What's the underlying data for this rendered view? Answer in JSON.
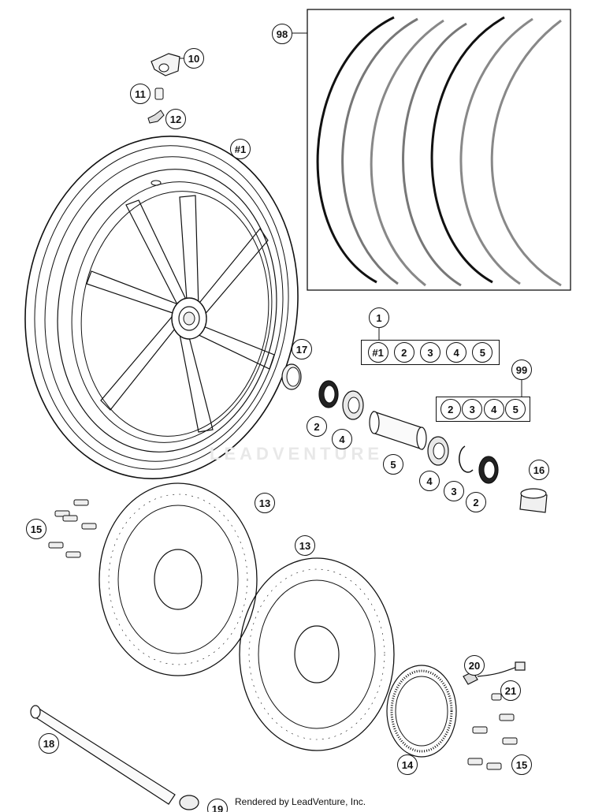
{
  "watermark": "LEADVENTURE",
  "footer": "Rendered by LeadVenture, Inc.",
  "callouts": {
    "c98": "98",
    "c10": "10",
    "c11": "11",
    "c12": "12",
    "c_wheel": "#1",
    "c1": "1",
    "c99": "99",
    "c17": "17",
    "c2a": "2",
    "c4a": "4",
    "c5": "5",
    "c4b": "4",
    "c3": "3",
    "c2b": "2",
    "c16": "16",
    "c13a": "13",
    "c13b": "13",
    "c15a": "15",
    "c18": "18",
    "c19": "19",
    "c14": "14",
    "c20": "20",
    "c21": "21",
    "c15b": "15"
  },
  "kit1": [
    "#1",
    "2",
    "3",
    "4",
    "5"
  ],
  "kit99": [
    "2",
    "3",
    "4",
    "5"
  ]
}
